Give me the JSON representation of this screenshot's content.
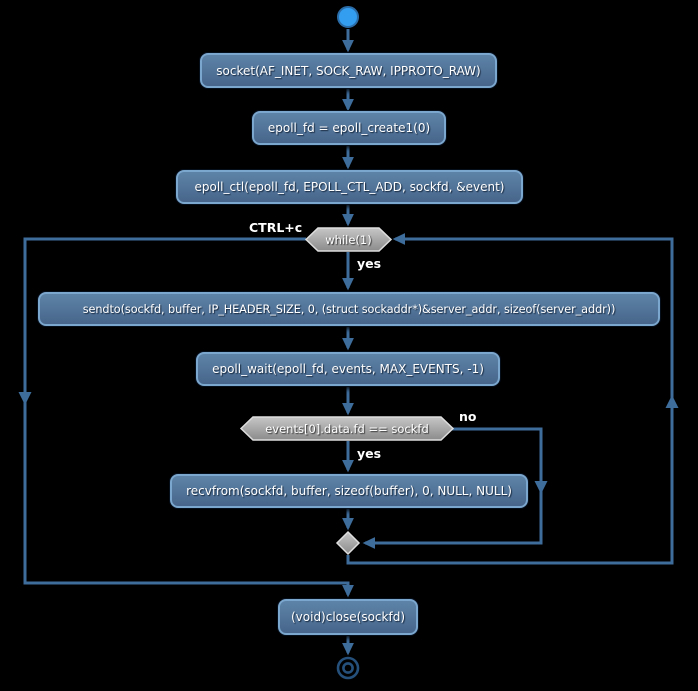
{
  "diagram": {
    "colors": {
      "bg": "#000000",
      "line": "#3e6d9c",
      "act_top": "#5d84a8",
      "act_bottom": "#47658a",
      "act_border": "#7ba6cd",
      "act_text": "#ffffff",
      "cond_top": "#c6c6c6",
      "cond_bottom": "#8b8b8b",
      "cond_border": "#dedede",
      "start_fill": "#339df0",
      "start_border": "#2b6ca7",
      "end_stroke": "#25507b",
      "label_text": "#ffffff"
    },
    "nodes": {
      "socket": {
        "label": "socket(AF_INET, SOCK_RAW, IPPROTO_RAW)"
      },
      "epoll_create": {
        "label": "epoll_fd = epoll_create1(0)"
      },
      "epoll_ctl": {
        "label": "epoll_ctl(epoll_fd, EPOLL_CTL_ADD, sockfd, &event)"
      },
      "while_cond": {
        "label": "while(1)"
      },
      "sendto": {
        "label": "sendto(sockfd, buffer, IP_HEADER_SIZE, 0, (struct sockaddr*)&server_addr, sizeof(server_addr))"
      },
      "epoll_wait": {
        "label": "epoll_wait(epoll_fd, events, MAX_EVENTS, -1)"
      },
      "fd_cond": {
        "label": "events[0].data.fd == sockfd"
      },
      "recvfrom": {
        "label": "recvfrom(sockfd, buffer, sizeof(buffer), 0, NULL, NULL)"
      },
      "close": {
        "label": "(void)close(sockfd)"
      }
    },
    "edge_labels": {
      "ctrl_c": "CTRL+c",
      "while_yes": "yes",
      "fd_no": "no",
      "fd_yes": "yes"
    }
  }
}
